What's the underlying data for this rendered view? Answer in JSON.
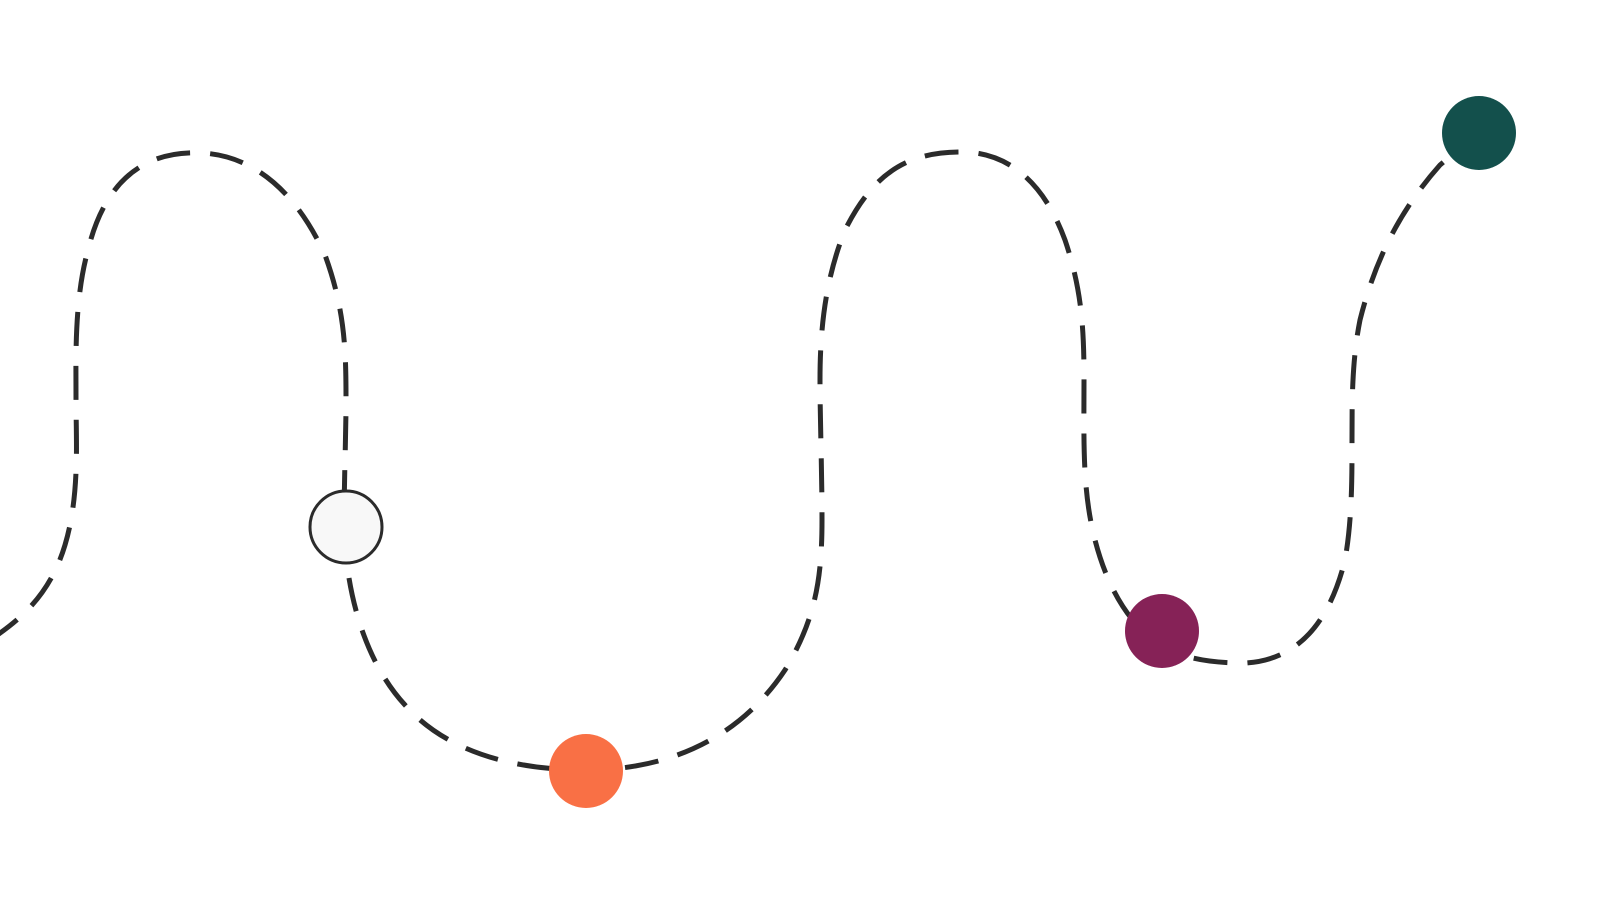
{
  "colors": {
    "background": "#ffffff",
    "path_stroke": "#2b2b2b",
    "marker_outline": "#2b2b2b"
  },
  "path": {
    "style": "dashed",
    "shape": "winding"
  },
  "markers": [
    {
      "id": "marker-hollow",
      "kind": "outlined",
      "fill": "#f8f8f8"
    },
    {
      "id": "marker-orange",
      "kind": "filled",
      "fill": "#f97045"
    },
    {
      "id": "marker-plum",
      "kind": "filled",
      "fill": "#862257"
    },
    {
      "id": "marker-teal",
      "kind": "filled",
      "fill": "#13504c"
    }
  ]
}
